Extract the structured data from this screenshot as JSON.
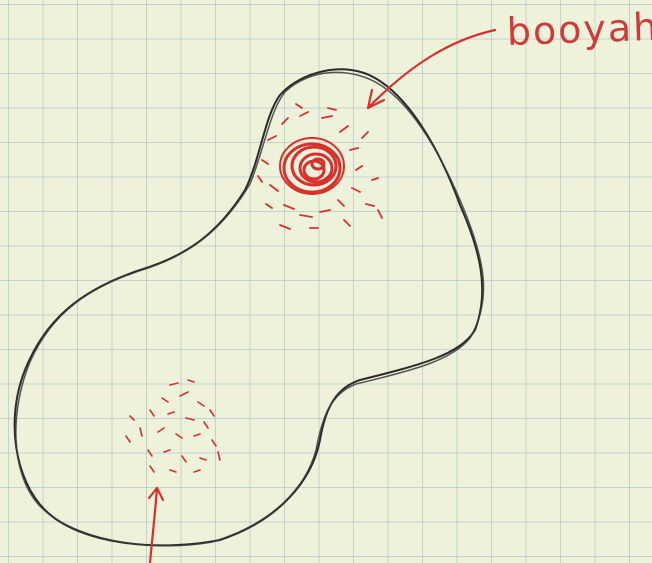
{
  "annotation": {
    "label": "booyah."
  },
  "colors": {
    "paper": "#eef2da",
    "grid": "#a0b9c8",
    "ink": "#2b2b2b",
    "red_ink": "#d9302c"
  },
  "shapes": {
    "blob": "hand-drawn-outline",
    "hotspot_dense": "red-scribble-circle",
    "hotspot_faint": "red-dashes-cluster"
  }
}
